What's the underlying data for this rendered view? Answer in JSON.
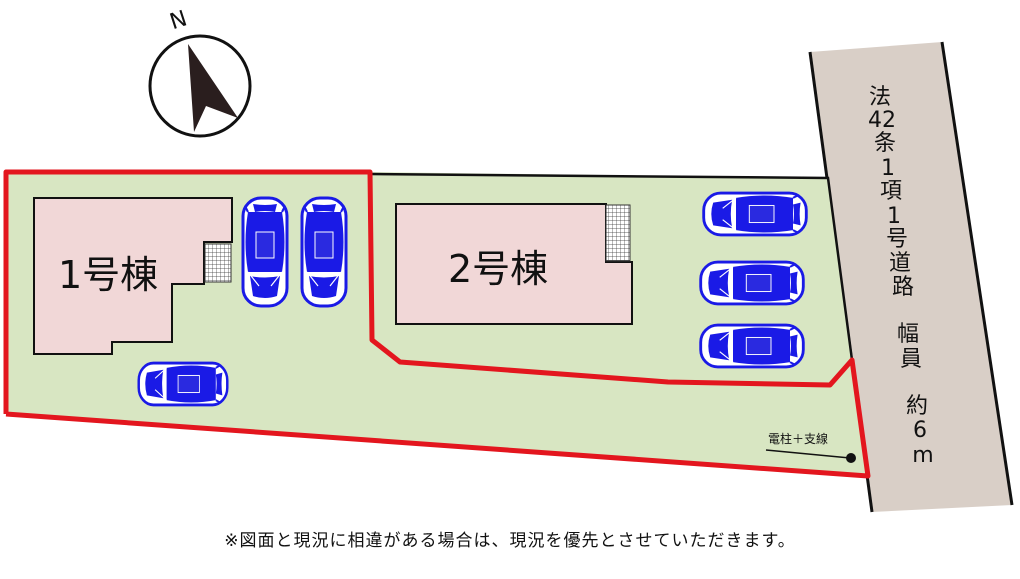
{
  "compass": {
    "north_label": "N",
    "icon": "north-arrow-icon"
  },
  "buildings": [
    {
      "id": "building-1",
      "label": "1号棟"
    },
    {
      "id": "building-2",
      "label": "2号棟"
    }
  ],
  "road": {
    "label_chars": [
      "法",
      "42",
      "条",
      "1",
      "項",
      "1",
      "号",
      "道",
      "路",
      "",
      "幅",
      "員",
      "",
      "約",
      "6",
      "m"
    ]
  },
  "utility_pole": {
    "label": "電柱＋支線",
    "icon": "utility-pole-icon"
  },
  "disclaimer": "※図面と現況に相違がある場合は、現況を優先とさせていただきます。",
  "colors": {
    "lot_fill": "#d8e6c2",
    "lot_boundary": "#e3161e",
    "building_fill": "#f1d7d7",
    "road_fill": "#d9cfc7",
    "car_blue": "#1a1ae6"
  }
}
